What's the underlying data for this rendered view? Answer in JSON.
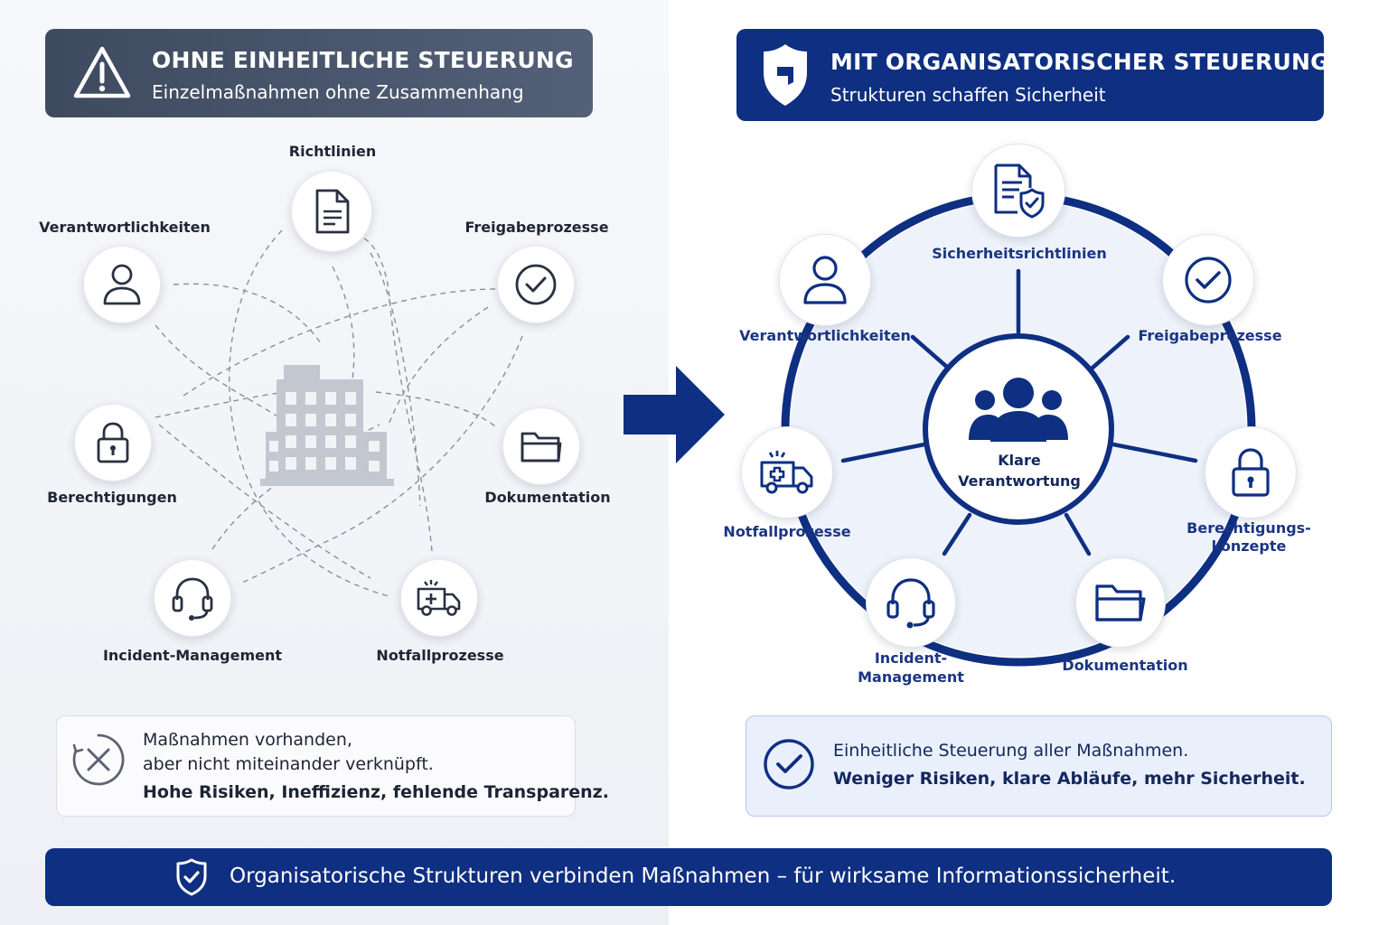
{
  "left_panel": {
    "header": {
      "title": "OHNE EINHEITLICHE STEUERUNG",
      "subtitle": "Einzelmaßnahmen ohne Zusammenhang",
      "icon": "warning-triangle-icon"
    },
    "nodes": {
      "richtlinien": "Richtlinien",
      "verantwortlichkeiten": "Verantwortlichkeiten",
      "freigabeprozesse": "Freigabeprozesse",
      "berechtigungen": "Berechtigungen",
      "dokumentation": "Dokumentation",
      "incident_management": "Incident-Management",
      "notfallprozesse": "Notfallprozesse"
    },
    "center_icon": "building-icon",
    "summary": {
      "line1": "Maßnahmen vorhanden,",
      "line2": "aber nicht miteinander verknüpft.",
      "line3": "Hohe Risiken, Ineffizienz, fehlende Transparenz.",
      "icon": "x-circle-icon"
    }
  },
  "arrow_icon": "arrow-right-icon",
  "right_panel": {
    "header": {
      "title": "MIT ORGANISATORISCHER STEUERUNG",
      "subtitle": "Strukturen schaffen Sicherheit",
      "icon": "shield-icon"
    },
    "center": {
      "line1": "Klare",
      "line2": "Verantwortung",
      "icon": "people-group-icon"
    },
    "nodes": {
      "sicherheitsrichtlinien": "Sicherheitsrichtlinien",
      "verantwortlichkeiten": "Verantwortlichkeiten",
      "freigabeprozesse": "Freigabeprozesse",
      "notfallprozesse": "Notfallprozesse",
      "berechtigungskonzepte_1": "Berechtigungs-",
      "berechtigungskonzepte_2": "konzepte",
      "incident_management_1": "Incident-",
      "incident_management_2": "Management",
      "dokumentation": "Dokumentation"
    },
    "summary": {
      "line1": "Einheitliche Steuerung aller Maßnahmen.",
      "line2": "Weniger Risiken, klare Abläufe, mehr Sicherheit.",
      "icon": "check-circle-icon"
    }
  },
  "banner": {
    "text": "Organisatorische Strukturen verbinden Maßnahmen – für wirksame Informationssicherheit.",
    "icon": "shield-check-icon"
  },
  "colors": {
    "navy": "#0e2f82",
    "slate": "#3e4a5f",
    "dark_icon": "#2a3142",
    "building_gray": "#c3c7d0"
  }
}
